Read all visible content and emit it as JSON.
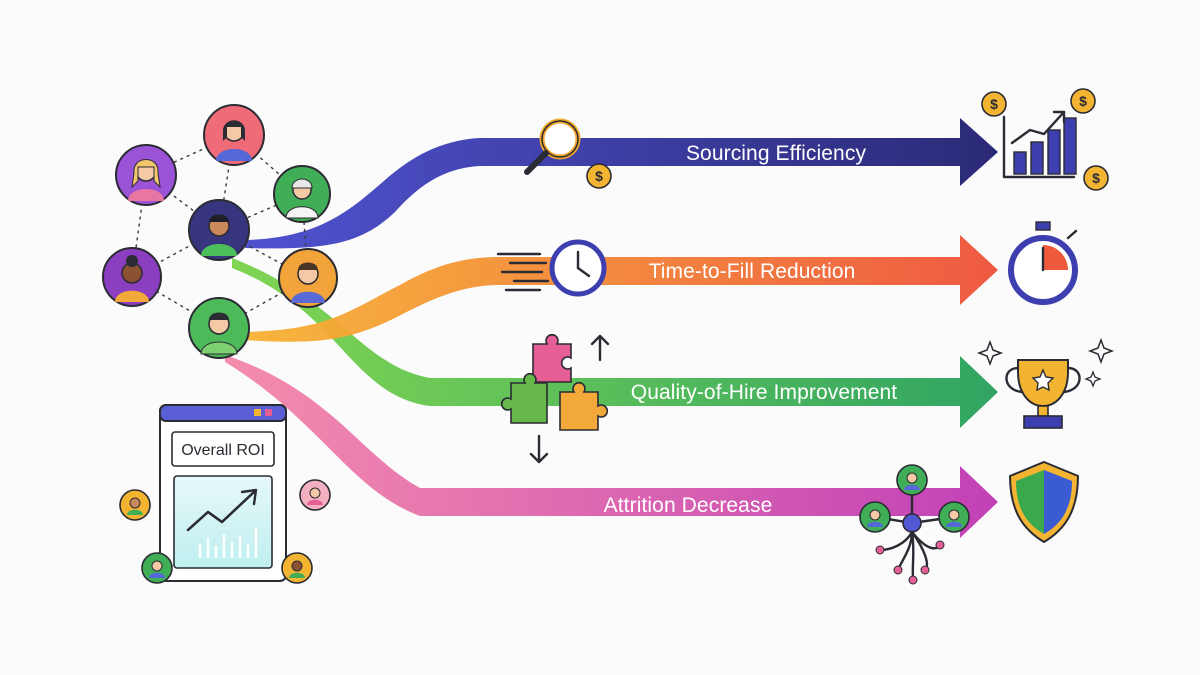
{
  "flows": [
    {
      "id": "sourcing",
      "label": "Sourcing Efficiency",
      "color_start": "#4c4fc9",
      "color_end": "#2a2a78",
      "icon": "bar-chart-growth-icon"
    },
    {
      "id": "time",
      "label": "Time-to-Fill Reduction",
      "color_start": "#f5a532",
      "color_end": "#ef5a3c",
      "icon": "stopwatch-icon"
    },
    {
      "id": "quality",
      "label": "Quality-of-Hire Improvement",
      "color_start": "#66cc4a",
      "color_end": "#27a558",
      "icon": "trophy-icon"
    },
    {
      "id": "attrition",
      "label": "Attrition Decrease",
      "color_start": "#f06aa0",
      "color_end": "#c03ab4",
      "icon": "shield-icon"
    }
  ],
  "dashboard": {
    "title": "Overall ROI",
    "icon": "trend-chart-icon"
  },
  "decorations": [
    "magnifier-icon",
    "coin-icon",
    "clock-icon",
    "puzzle-icon",
    "sparkle-icon",
    "org-tree-icon"
  ],
  "network": {
    "nodes": [
      {
        "name": "person-node-top",
        "color": "#ef6b78"
      },
      {
        "name": "person-node-upper-left",
        "color": "#9a52d6"
      },
      {
        "name": "person-node-right",
        "color": "#3fae57"
      },
      {
        "name": "person-node-center",
        "color": "#36357e"
      },
      {
        "name": "person-node-left",
        "color": "#8b3fc0"
      },
      {
        "name": "person-node-orange",
        "color": "#f2a33a"
      },
      {
        "name": "person-node-bottom",
        "color": "#4dba5a"
      }
    ]
  },
  "colors": {
    "coin": "#f3b431",
    "ink": "#2b2b33",
    "shield_left": "#3aa84c",
    "shield_right": "#3a5bd1",
    "trophy": "#f3b431"
  }
}
